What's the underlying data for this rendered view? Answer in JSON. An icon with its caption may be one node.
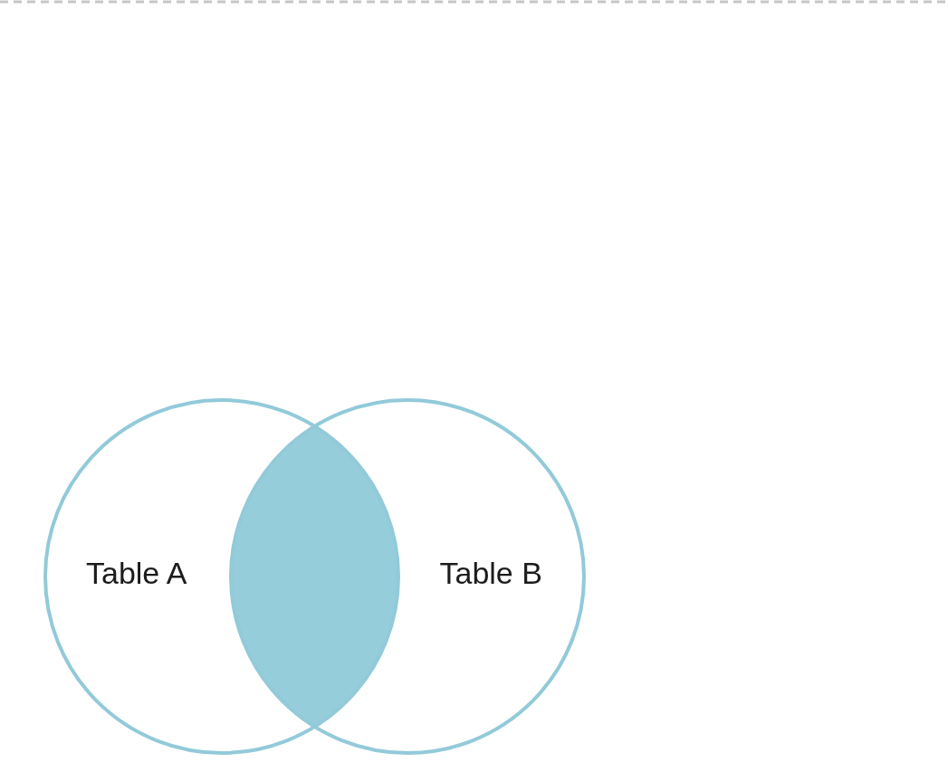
{
  "diagram": {
    "nodes": [
      {
        "text": [
          "Table A"
        ]
      },
      {
        "text": [],
        "shape": "lens"
      },
      {
        "text": [
          "Table B"
        ]
      }
    ]
  }
}
